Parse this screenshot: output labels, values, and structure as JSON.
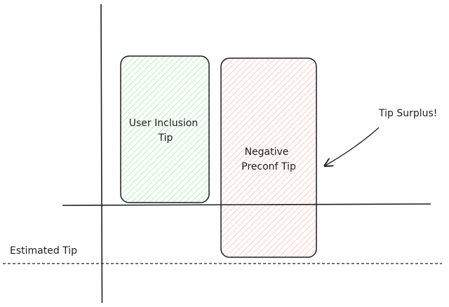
{
  "diagram": {
    "boxes": {
      "inclusion": {
        "line1": "User Inclusion",
        "line2": "Tip",
        "stroke": "#1e1e1e",
        "fill": "#b2f2bb"
      },
      "preconf": {
        "line1": "Negative",
        "line2": "Preconf Tip",
        "stroke": "#1e1e1e",
        "fill": "#ffc9c9"
      }
    },
    "annotation": {
      "text": "Tip Surplus!"
    },
    "estimated_line": {
      "label": "Estimated Tip"
    },
    "colors": {
      "ink": "#1e1e1e",
      "background": "#ffffff"
    }
  }
}
